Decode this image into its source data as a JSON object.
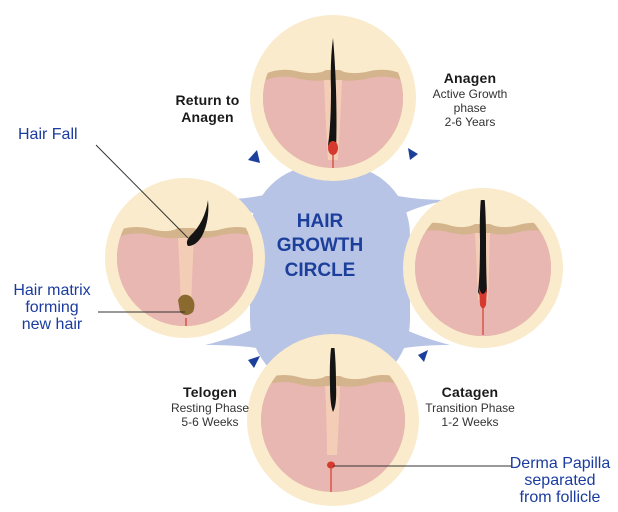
{
  "center_title": [
    "HAIR",
    "GROWTH",
    "CIRCLE"
  ],
  "phases": {
    "anagen": {
      "title": "Anagen",
      "lines": [
        "Active Growth",
        "phase",
        "2-6 Years"
      ]
    },
    "catagen": {
      "title": "Catagen",
      "lines": [
        "Transition Phase",
        "1-2 Weeks"
      ]
    },
    "telogen": {
      "title": "Telogen",
      "lines": [
        "Resting Phase",
        "5-6 Weeks"
      ]
    },
    "return": {
      "title": "Return to",
      "title2": "Anagen"
    }
  },
  "callouts": {
    "hair_fall": "Hair Fall",
    "hair_matrix": [
      "Hair matrix",
      "forming",
      "new hair"
    ],
    "derma_papilla": [
      "Derma Papilla",
      "separated",
      "from follicle"
    ]
  },
  "colors": {
    "circle_fill": "#f9ebcb",
    "skin": "#e9b7b2",
    "skin_top": "#f4cdb6",
    "epidermis": "#d4b48c",
    "hair": "#141414",
    "bulb_red": "#d63a2e",
    "center_star": "#b7c4e6",
    "arrow": "#1d3f9c",
    "callout_text": "#1b3c9e"
  }
}
